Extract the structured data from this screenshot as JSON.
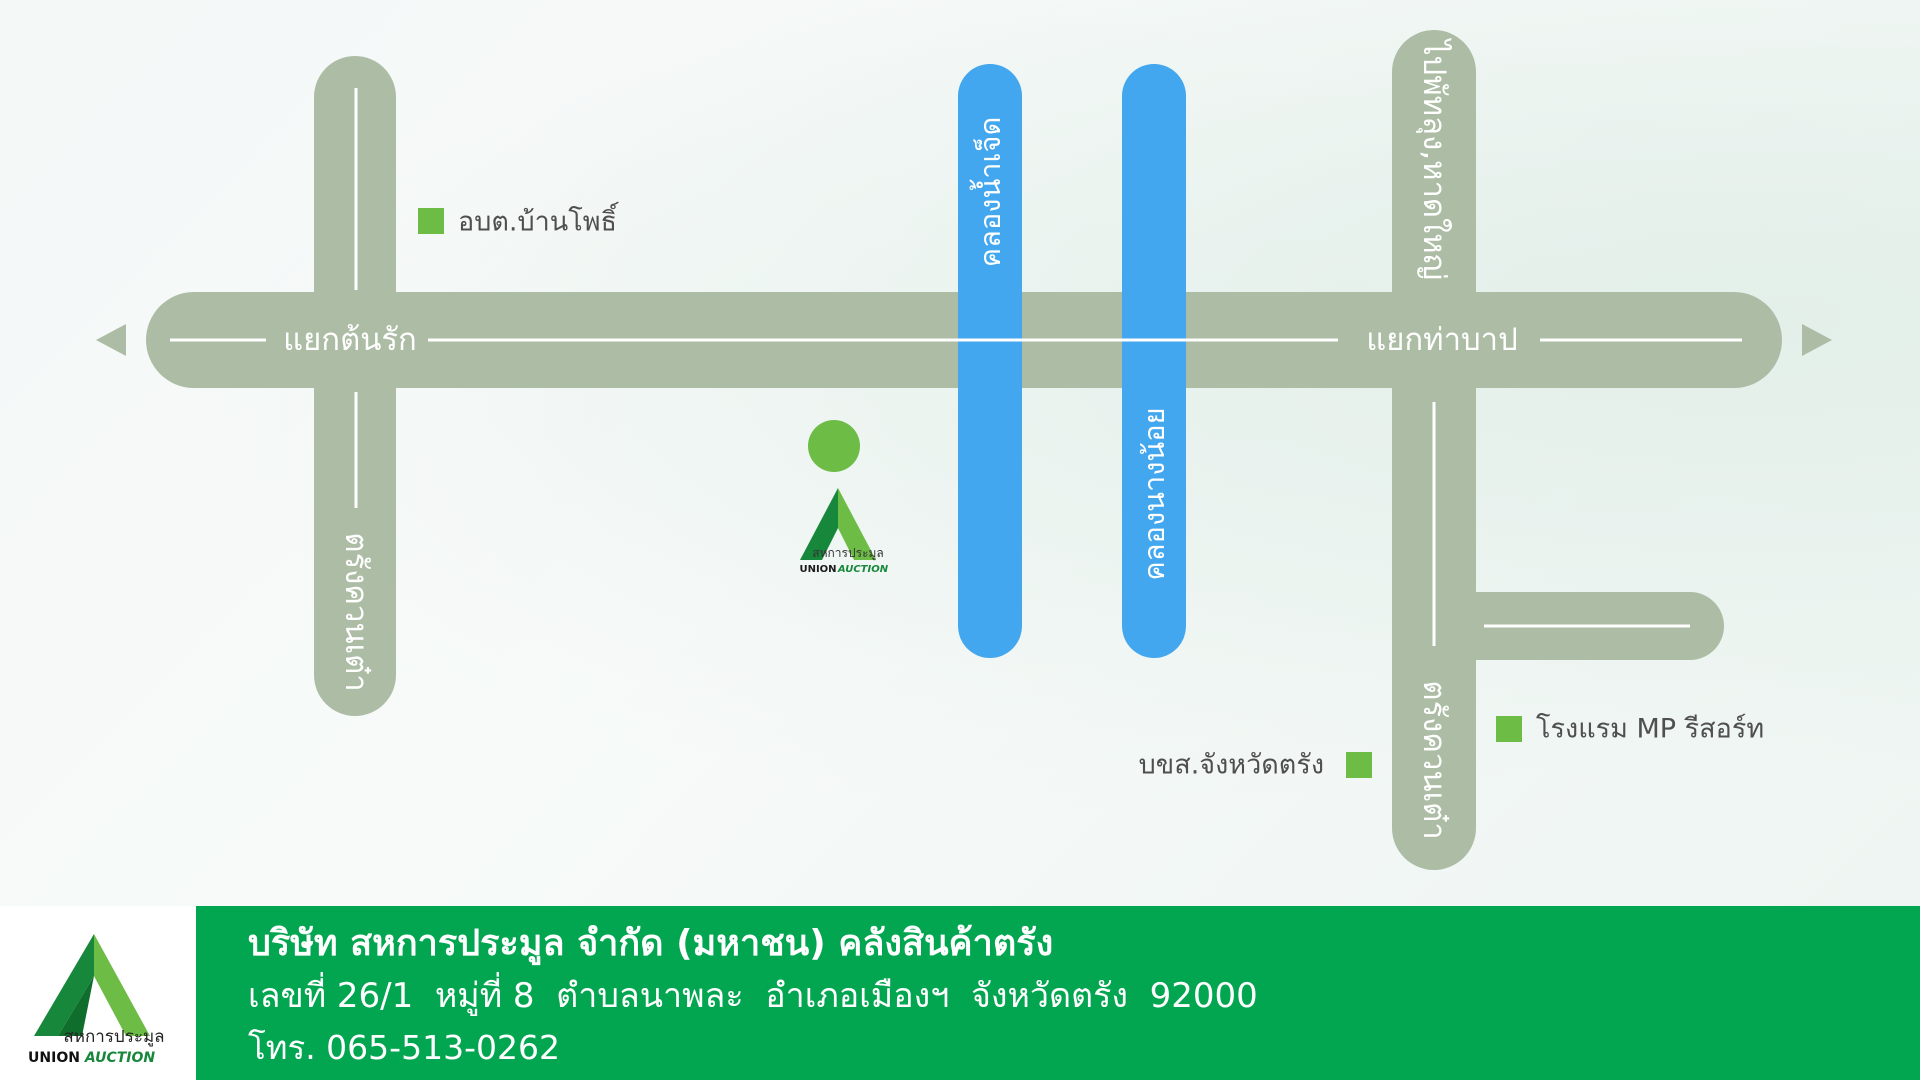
{
  "map": {
    "roads": {
      "main_left_junction": "แยกต้นรัก",
      "main_right_junction": "แยกท่าบาป",
      "north_right": "ไปพัทลุง,หาดใหญ่",
      "south_left": "ตรังควนเต๋า",
      "south_right": "ตรังควนเต๋า"
    },
    "canals": {
      "left": "คลองน้ำเจ็ด",
      "right": "คลองนางน้อย"
    },
    "landmarks": {
      "obt": "อบต.บ้านโพธิ์",
      "hotel": "โรงแรม MP รีสอร์ท",
      "bkhs": "บขส.จังหวัดตรัง"
    },
    "colors": {
      "road": "#adbda5",
      "canal": "#42a7ee",
      "landmark": "#6cbc46"
    },
    "location_marker": {
      "logo_thai": "สหการประมูล",
      "logo_en_part1": "UNION",
      "logo_en_part2": "AUCTION"
    }
  },
  "footer": {
    "logo_thai": "สหการประมูล",
    "logo_en_part1": "UNION",
    "logo_en_part2": "AUCTION",
    "company": "บริษัท สหการประมูล จำกัด (มหาชน)  คลังสินค้าตรัง",
    "address": "เลขที่ 26/1  หมู่ที่ 8  ตำบลนาพละ  อำเภอเมืองฯ  จังหวัดตรัง  92000",
    "phone": "โทร. 065-513-0262",
    "colors": {
      "bar": "#03a650",
      "logo_dark": "#17883b",
      "logo_light": "#6cbc46"
    }
  }
}
